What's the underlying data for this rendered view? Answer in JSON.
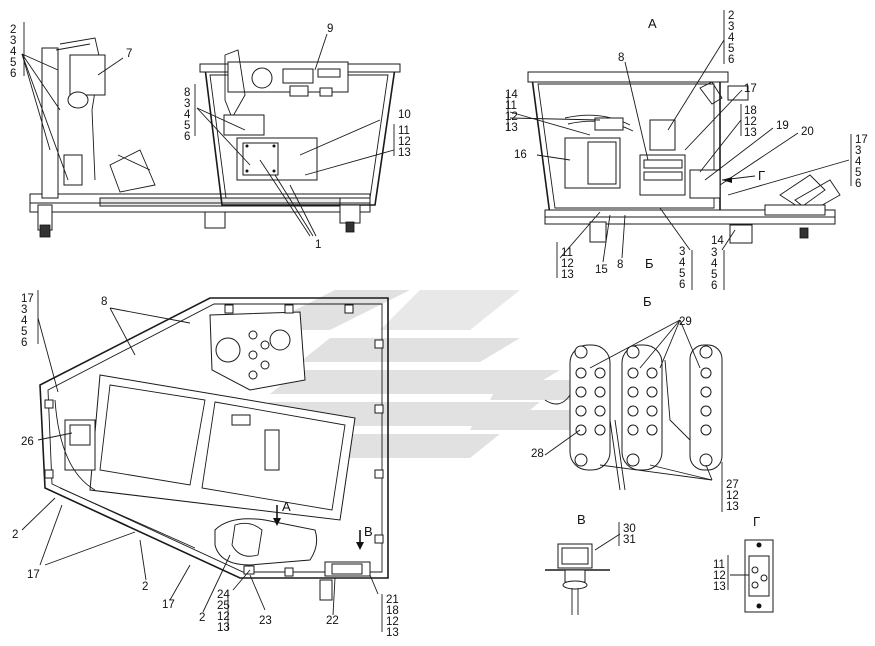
{
  "view_titles": {
    "view_a": "А",
    "view_b": "Б",
    "view_v": "В",
    "view_g": "Г",
    "arrow_a": "А",
    "arrow_v": "В",
    "arrow_g": "Г"
  },
  "callouts": {
    "top_left": {
      "stack_2_6": [
        "2",
        "3",
        "4",
        "5",
        "6"
      ],
      "c7": "7",
      "c9": "9",
      "stack_8": [
        "8",
        "3",
        "4",
        "5",
        "6"
      ],
      "c10": "10",
      "stack_11": [
        "11",
        "12",
        "13"
      ],
      "c1": "1"
    },
    "top_right": {
      "stack_2_6": [
        "2",
        "3",
        "4",
        "5",
        "6"
      ],
      "stack_14": [
        "14",
        "11",
        "12",
        "13"
      ],
      "c8": "8",
      "c17": "17",
      "stack_18": [
        "18",
        "12",
        "13"
      ],
      "c19": "19",
      "c20": "20",
      "stack_17": [
        "17",
        "3",
        "4",
        "5",
        "6"
      ],
      "c16": "16",
      "stack_11_left": [
        "11",
        "12",
        "13"
      ],
      "c15": "15",
      "c8b": "8",
      "stack_3_mid": [
        "3",
        "4",
        "5",
        "6"
      ],
      "c14": "14",
      "stack_3_right": [
        "3",
        "4",
        "5",
        "6"
      ]
    },
    "bottom_left": {
      "stack_17": [
        "17",
        "3",
        "4",
        "5",
        "6"
      ],
      "c8": "8",
      "c26": "26",
      "c2a": "2",
      "c17a": "17",
      "c2b": "2",
      "c17b": "17",
      "c2c": "2",
      "stack_24": [
        "24",
        "25",
        "12",
        "13"
      ],
      "c23": "23",
      "c22": "22",
      "stack_21": [
        "21",
        "18",
        "12",
        "13"
      ]
    },
    "view_b": {
      "c29": "29",
      "c28": "28",
      "stack_27": [
        "27",
        "12",
        "13"
      ]
    },
    "view_v": {
      "stack_30": [
        "30",
        "31"
      ]
    },
    "view_g": {
      "stack_11": [
        "11",
        "12",
        "13"
      ]
    }
  }
}
